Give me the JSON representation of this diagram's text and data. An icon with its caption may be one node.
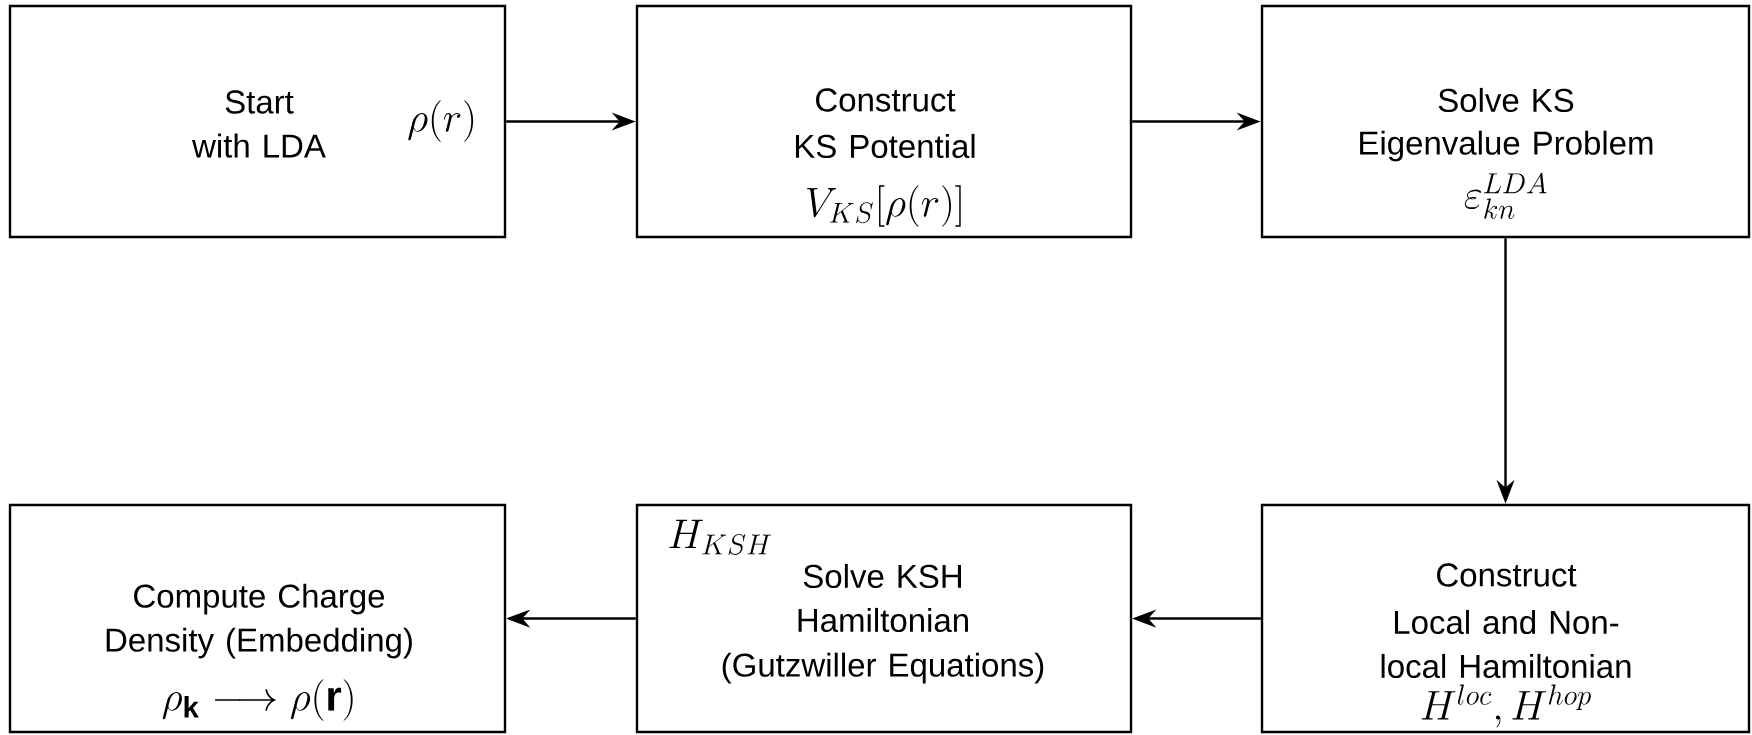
{
  "diagram": {
    "nodes": [
      {
        "text": [
          "Start with LDA",
          "\\rho(r)"
        ]
      },
      {
        "text": [
          "Construct",
          "KS Potential",
          "V_{KS}[\\rho(r)]"
        ]
      },
      {
        "text": [
          "Solve KS",
          "Eigenvalue Problem",
          "\\varepsilon_{kn}^{LDA}"
        ]
      },
      {
        "text": [
          "Compute Charge Density (Embedding)",
          "\\rho_{\\mathbf{k}} \\longrightarrow \\rho(\\mathbf{r})"
        ]
      },
      {
        "text": [
          "H_{KSH}",
          "Solve KSH Hamiltonian",
          "(Gutzwiller Equations)"
        ]
      },
      {
        "text": [
          "Construct",
          "Local and Non-local Hamiltonian",
          "H^{loc}, H^{hop}"
        ]
      }
    ],
    "edges": [
      {
        "from": 0,
        "to": 1,
        "arrow": "to"
      },
      {
        "from": 1,
        "to": 2,
        "arrow": "to"
      },
      {
        "from": 2,
        "to": 5,
        "arrow": "to"
      },
      {
        "from": 5,
        "to": 4,
        "arrow": "to"
      },
      {
        "from": 4,
        "to": 3,
        "arrow": "to"
      }
    ]
  }
}
